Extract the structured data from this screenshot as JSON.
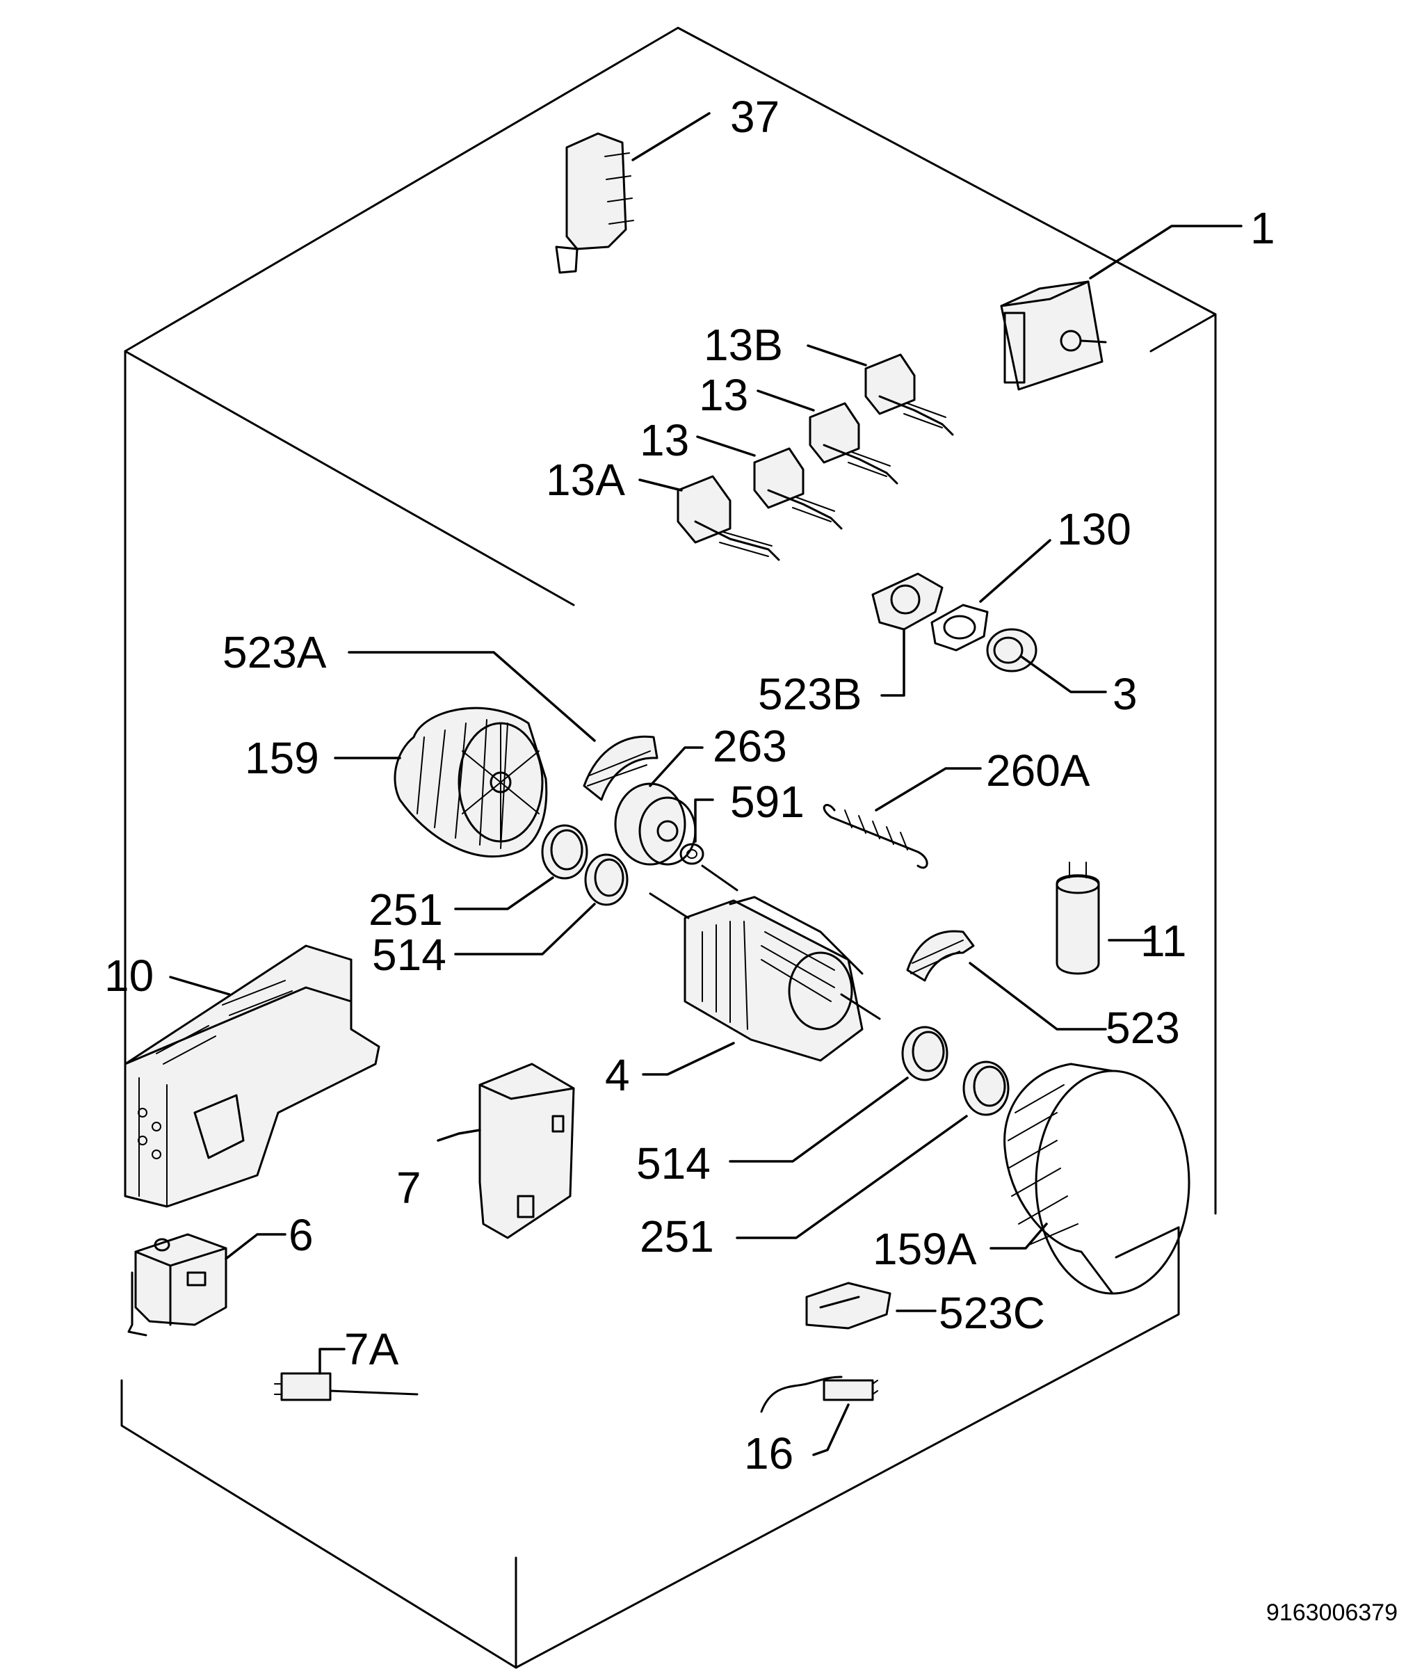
{
  "callouts": {
    "c37": "37",
    "c1": "1",
    "c13B": "13B",
    "c13a": "13",
    "c13b": "13",
    "c13A": "13A",
    "c130": "130",
    "c523A": "523A",
    "c523B": "523B",
    "c3": "3",
    "c159": "159",
    "c263": "263",
    "c260A": "260A",
    "c591": "591",
    "c251a": "251",
    "c514a": "514",
    "c11": "11",
    "c10": "10",
    "c523": "523",
    "c4": "4",
    "c514b": "514",
    "c7": "7",
    "c251b": "251",
    "c159A": "159A",
    "c6": "6",
    "c523C": "523C",
    "c7A": "7A",
    "c16": "16"
  },
  "document_number": "9163006379"
}
